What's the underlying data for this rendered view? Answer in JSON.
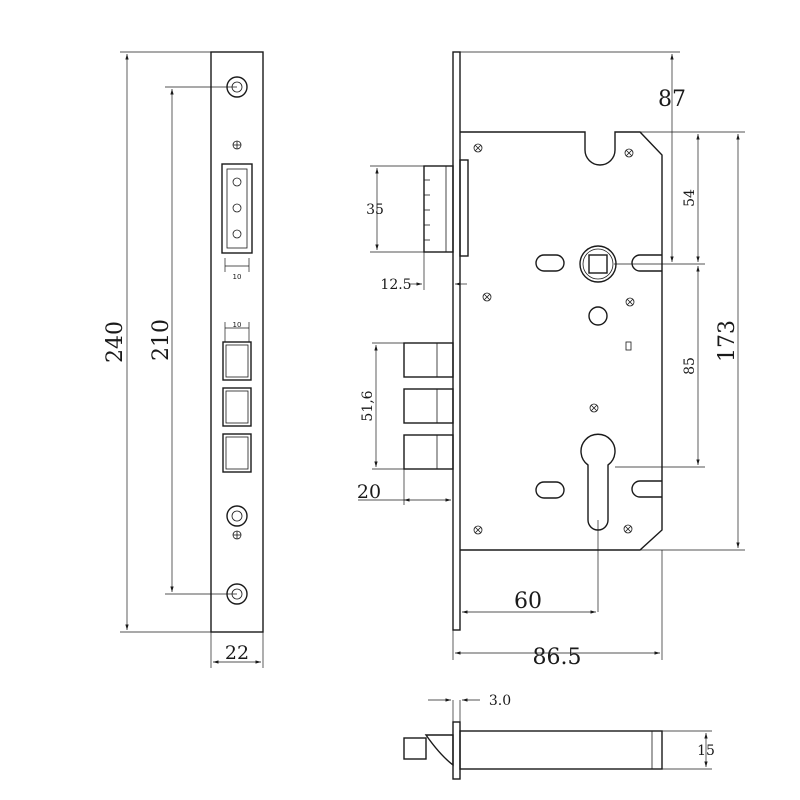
{
  "dimensions": {
    "faceplate_length": "240",
    "screw_spacing": "210",
    "faceplate_width": "22",
    "small_width_top": "10",
    "small_width_mid": "10",
    "top_to_follower": "87",
    "case_height": "173",
    "spindle_upper": "54",
    "spindle_to_cylinder": "85",
    "latch_height": "35",
    "latch_throw": "12.5",
    "deadbolt_height": "51,6",
    "deadbolt_throw": "20",
    "backset": "60",
    "case_depth": "86.5",
    "plate_thickness": "3.0",
    "side_thickness": "15"
  }
}
